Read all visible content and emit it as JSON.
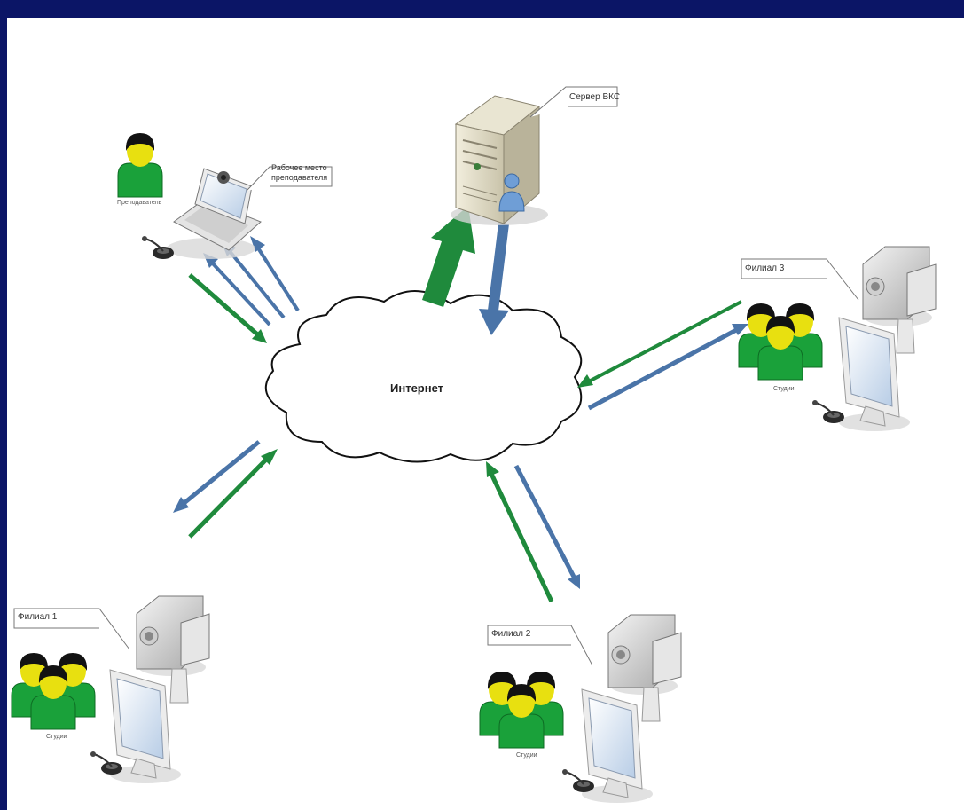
{
  "colors": {
    "background": "#0b1566",
    "green_arrow": "#1f8a3c",
    "blue_arrow": "#4a74a8",
    "person": "#1aa13a",
    "hair": "#121212",
    "face": "#e8e010"
  },
  "icons": [
    "person-icon",
    "laptop-icon",
    "microphone-icon",
    "server-icon",
    "user-icon",
    "camera-icon",
    "monitor-icon",
    "cloud-icon"
  ],
  "cloud": {
    "label": "Интернет"
  },
  "teacher": {
    "callout": "Рабочее место\nпреподавателя",
    "person_caption": "Преподаватель"
  },
  "server": {
    "callout": "Сервер ВКС"
  },
  "branch3": {
    "callout": "Филиал 3",
    "group_caption": "Студии"
  },
  "branch1": {
    "callout": "Филиал 1",
    "group_caption": "Студии"
  },
  "branch2": {
    "callout": "Филиал 2",
    "group_caption": "Студии"
  }
}
